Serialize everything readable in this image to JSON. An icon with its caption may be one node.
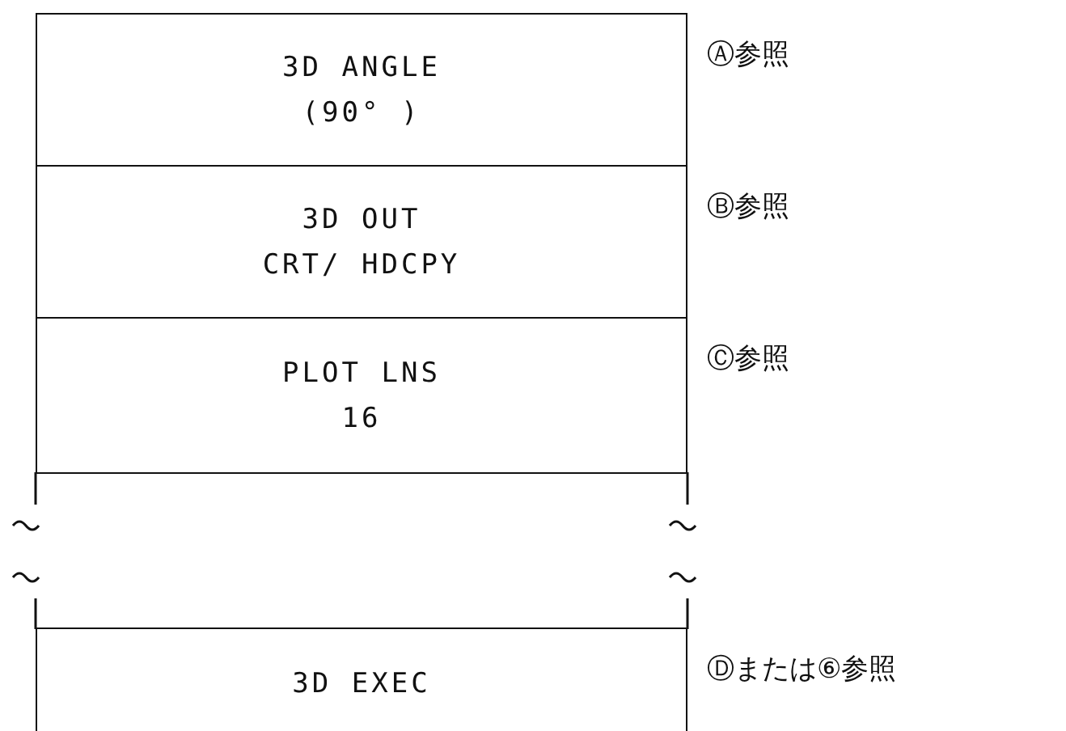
{
  "diagram": {
    "nodes": [
      {
        "text": [
          "3D ANGLE",
          "(90° )"
        ],
        "beside": [
          "Ⓐ参照"
        ]
      },
      {
        "text": [
          "3D OUT",
          "CRT/ HDCPY"
        ],
        "beside": [
          "Ⓑ参照"
        ]
      },
      {
        "text": [
          "PLOT LNS",
          "16"
        ],
        "beside": [
          "Ⓒ参照"
        ]
      },
      {
        "text": [
          "3D EXEC"
        ],
        "beside": [
          "Ⓓまたは⑥参照"
        ]
      }
    ]
  }
}
